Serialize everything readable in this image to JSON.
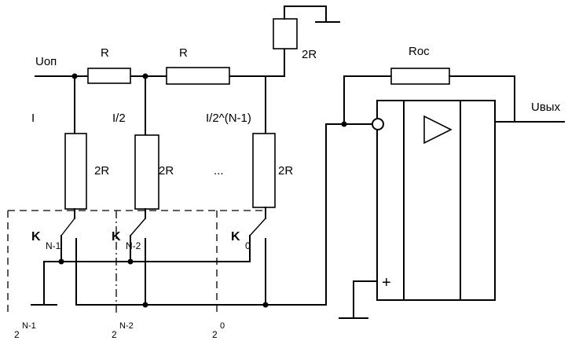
{
  "labels": {
    "input": "Uоп",
    "output": "Uвых",
    "feedback_resistor": "Roc",
    "series_r_1": "R",
    "series_r_2": "R",
    "top_2r": "2R",
    "shunt_2r_1": "2R",
    "shunt_2r_2": "2R",
    "shunt_2r_3": "2R",
    "current_1": "I",
    "current_2": "I/2",
    "current_3": "I/2^(N-1)",
    "ellipsis": "...",
    "switch_1_k": "K",
    "switch_1_sub": "N-1",
    "switch_2_k": "K",
    "switch_2_sub": "N-2",
    "switch_3_k": "K",
    "switch_3_sub": "0",
    "bit_1_base": "2",
    "bit_1_exp": "N-1",
    "bit_2_base": "2",
    "bit_2_exp": "N-2",
    "bit_3_base": "2",
    "bit_3_exp": "0",
    "plus_input": "+"
  },
  "icons": {
    "amplifier": "triangle-amplifier-icon",
    "ground": "ground-icon",
    "inverting_input": "inverting-input-circle-icon"
  }
}
